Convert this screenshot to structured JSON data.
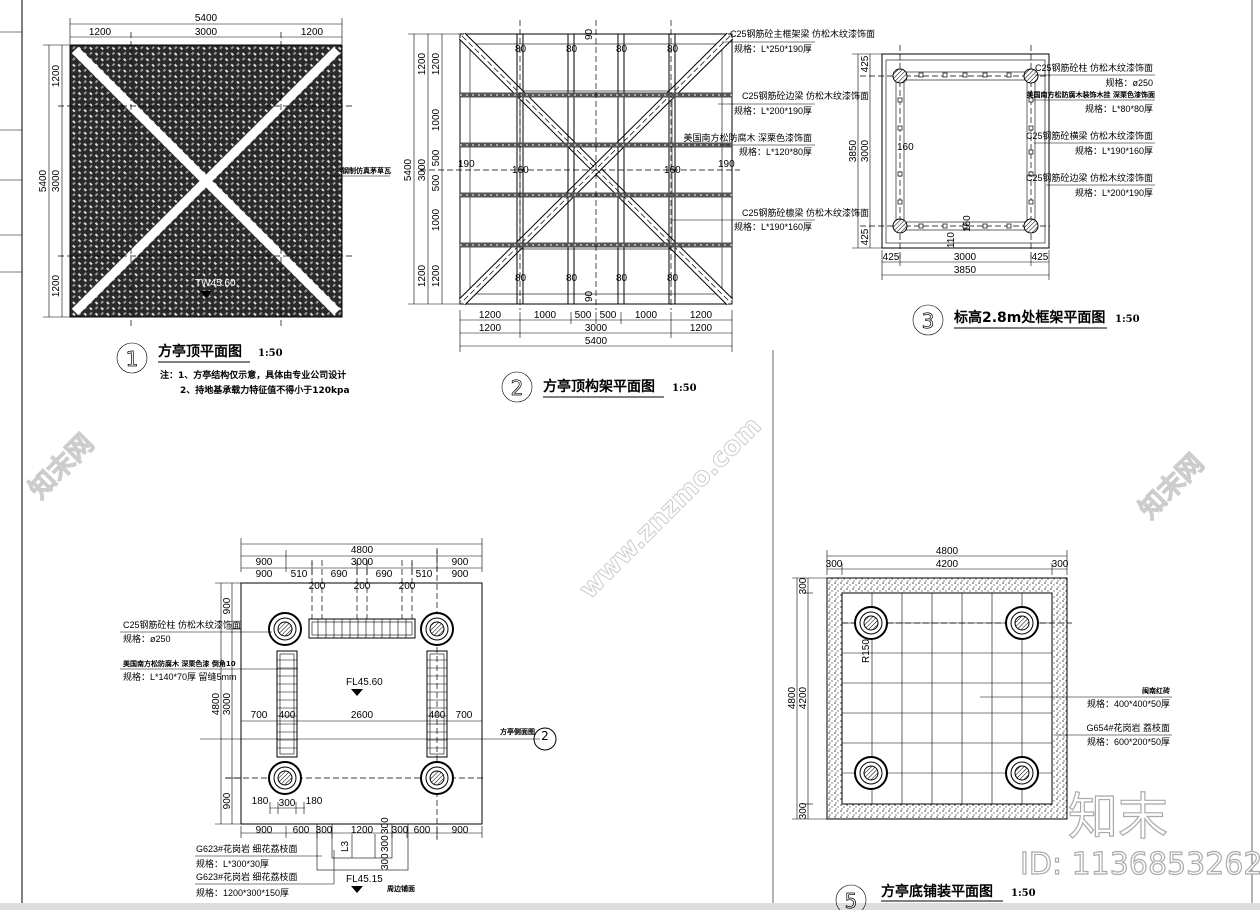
{
  "drawing1": {
    "number": "1",
    "title": "方亭顶平面图",
    "scale": "1:50",
    "dims_top_total": "5400",
    "dims_top": [
      "1200",
      "3000",
      "1200"
    ],
    "dims_left_total": "5400",
    "dims_left": [
      "1200",
      "3000",
      "1200"
    ],
    "material_label": "钢制仿真茅草瓦",
    "elevation": "TW45.60",
    "notes": [
      "注：1、方亭结构仅示意，具体由专业公司设计",
      "2、持地基承载力特征值不得小于120kpa"
    ]
  },
  "drawing2": {
    "number": "2",
    "title": "方亭顶构架平面图",
    "scale": "1:50",
    "dims_bottom_1": [
      "1200",
      "1000",
      "500",
      "500",
      "1000",
      "1200"
    ],
    "dims_bottom_2": [
      "1200",
      "3000",
      "1200"
    ],
    "dims_bottom_total": "5400",
    "dims_left_1": [
      "1200",
      "1000",
      "500",
      "500",
      "1000",
      "1200"
    ],
    "dims_left_2": [
      "1200",
      "3000",
      "1200"
    ],
    "dims_left_total": "5400",
    "beam_marks": [
      "80",
      "160",
      "190",
      "90"
    ],
    "callouts": [
      {
        "name": "C25钢筋砼主框架梁  仿松木纹漆饰面",
        "spec": "规格：L*250*190厚"
      },
      {
        "name": "C25钢筋砼边梁  仿松木纹漆饰面",
        "spec": "规格：L*200*190厚"
      },
      {
        "name": "美国南方松防腐木  深栗色漆饰面",
        "spec": "规格：L*120*80厚"
      },
      {
        "name": "C25钢筋砼檩梁  仿松木纹漆饰面",
        "spec": "规格：L*190*160厚"
      }
    ]
  },
  "drawing3": {
    "number": "3",
    "title": "标高2.8m处框架平面图",
    "scale": "1:50",
    "dims_bottom": [
      "425",
      "3000",
      "425"
    ],
    "dims_bottom_total": "3850",
    "dims_left": [
      "425",
      "3000",
      "425"
    ],
    "dims_left_total": "3850",
    "marks": [
      "160",
      "160",
      "110"
    ],
    "callouts": [
      {
        "name": "C25钢筋砼柱  仿松木纹漆饰面",
        "spec": "规格：ø250"
      },
      {
        "name": "美国南方松防腐木装饰木挂  深栗色漆饰面",
        "spec": "规格：L*80*80厚"
      },
      {
        "name": "C25钢筋砼横梁  仿松木纹漆饰面",
        "spec": "规格：L*190*160厚"
      },
      {
        "name": "C25钢筋砼边梁  仿松木纹漆饰面",
        "spec": "规格：L*200*190厚"
      }
    ]
  },
  "drawing4": {
    "dims_top_total": "4800",
    "dims_top_1": [
      "900",
      "3000",
      "900"
    ],
    "dims_top_2": [
      "900",
      "510",
      "690",
      "690",
      "510",
      "900"
    ],
    "dims_top_3": [
      "200",
      "200",
      "200"
    ],
    "dims_left_total": "4800",
    "dims_left": [
      "900",
      "3000",
      "900"
    ],
    "dims_mid": [
      "700",
      "400",
      "2600",
      "400",
      "700"
    ],
    "dims_small": [
      "180",
      "300",
      "180"
    ],
    "dims_bottom": [
      "900",
      "600",
      "300",
      "1200",
      "300",
      "600",
      "900"
    ],
    "step_dims": [
      "300",
      "300",
      "300"
    ],
    "step_mark": "L3",
    "elevation_main": "FL45.60",
    "elevation_step": "FL45.15",
    "surround_label": "周边铺面",
    "section_label": "方亭侧面图",
    "section_number": "2",
    "callouts": [
      {
        "name": "C25钢筋砼柱  仿松木纹漆饰面",
        "spec": "规格：ø250"
      },
      {
        "name": "美国南方松防腐木  深栗色漆  倒角10",
        "spec": "规格：L*140*70厚  留缝5mm"
      },
      {
        "name": "G623#花岗岩  细花荔枝面",
        "spec": "规格：L*300*30厚"
      },
      {
        "name": "G623#花岗岩  细花荔枝面",
        "spec": "规格：1200*300*150厚"
      }
    ]
  },
  "drawing5": {
    "number": "5",
    "title": "方亭底铺装平面图",
    "scale": "1:50",
    "dims_top_total": "4800",
    "dims_top": [
      "300",
      "4200",
      "300"
    ],
    "dims_left_total": "4800",
    "dims_left": [
      "300",
      "4200",
      "300"
    ],
    "radius": "R150",
    "callouts": [
      {
        "name": "闽南红砖",
        "spec": "规格：400*400*50厚"
      },
      {
        "name": "G654#花岗岩  荔枝面",
        "spec": "规格：600*200*50厚"
      }
    ]
  },
  "watermark": {
    "brand": "知末",
    "id": "ID: 1136853262",
    "site": "www.znzmo.com",
    "brand_small": "知末网"
  }
}
